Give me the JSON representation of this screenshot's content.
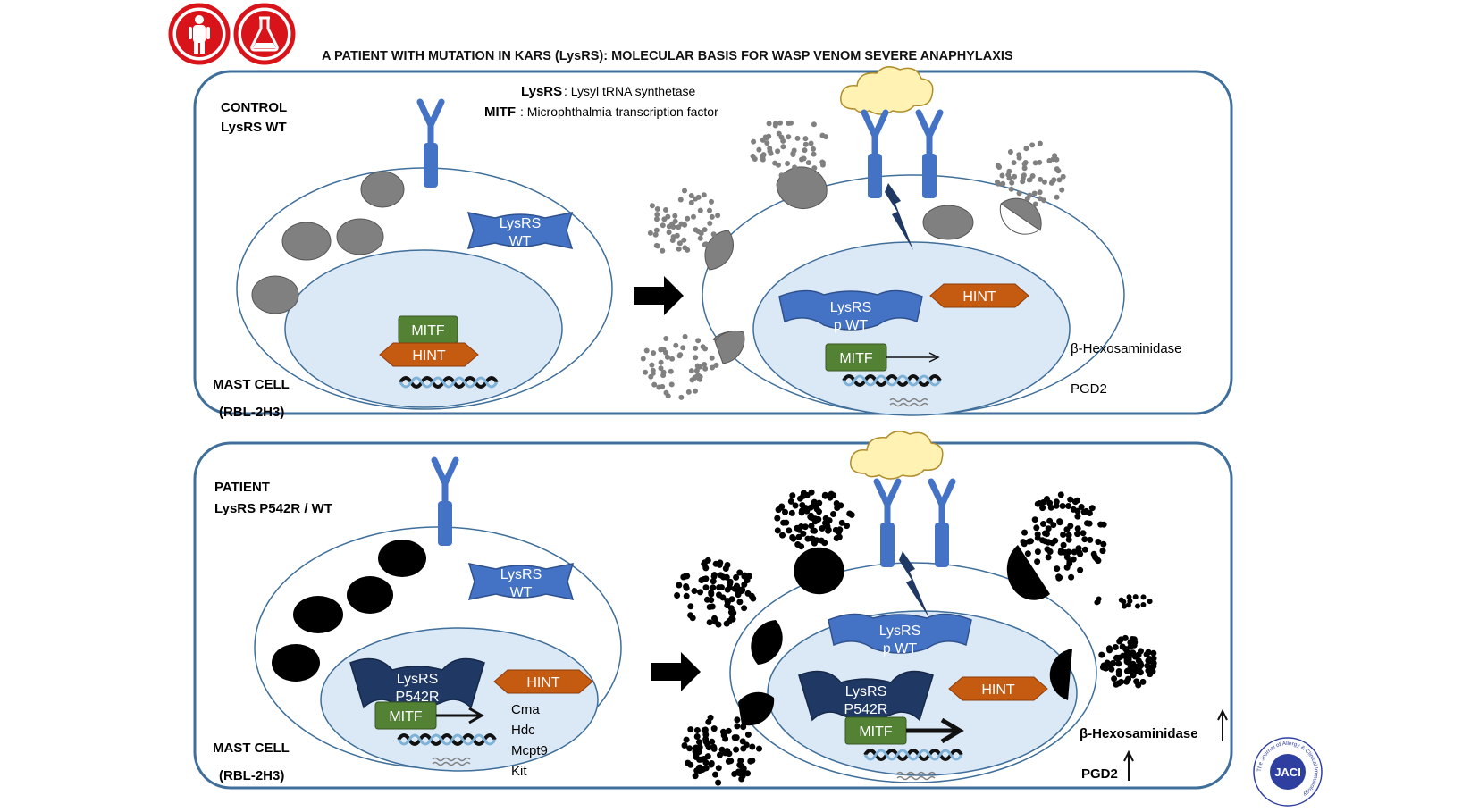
{
  "title": "A PATIENT WITH MUTATION IN KARS (LysRS): MOLECULAR BASIS FOR WASP VENOM SEVERE ANAPHYLAXIS",
  "legend": {
    "lysrs_abbr": "LysRS",
    "lysrs_def": ": Lysyl tRNA synthetase",
    "mitf_abbr": "MITF",
    "mitf_def": ": Microphthalmia transcription factor"
  },
  "panel_control": {
    "label_line1": "CONTROL",
    "label_line2": "LysRS WT",
    "cell_line1": "MAST CELL",
    "cell_line2": "(RBL-2H3)",
    "lysrs_left_line1": "LysRS",
    "lysrs_left_line2": "WT",
    "mitf_left": "MITF",
    "hint_left": "HINT",
    "lysrs_right_line1": "LysRS",
    "lysrs_right_line2": "p WT",
    "mitf_right": "MITF",
    "hint_right": "HINT",
    "output1": "β-Hexosaminidase",
    "output2": "PGD2"
  },
  "panel_patient": {
    "label_line1": "PATIENT",
    "label_line2": "LysRS P542R / WT",
    "cell_line1": "MAST CELL",
    "cell_line2": "(RBL-2H3)",
    "lysrs_wt_line1": "LysRS",
    "lysrs_wt_line2": "WT",
    "mutant_line1": "LysRS",
    "mutant_line2": "P542R",
    "mitf_left": "MITF",
    "hint_left": "HINT",
    "genes": [
      "Cma",
      "Hdc",
      "Mcpt9",
      "Kit"
    ],
    "lysrs_pwt_line1": "LysRS",
    "lysrs_pwt_line2": "p WT",
    "mutant_right_line1": "LysRS",
    "mutant_right_line2": "P542R",
    "mitf_right": "MITF",
    "hint_right": "HINT",
    "output1": "β-Hexosaminidase",
    "output2": "PGD2"
  },
  "badge": {
    "center": "JACI",
    "ring": "The Journal of Allergy & Clinical Immunology"
  },
  "colors": {
    "panel_border": "#3f6f9a",
    "cell_fill": "#ffffff",
    "nucleus_fill": "#dbe8f5",
    "lysrs_blue": "#4472c4",
    "lysrs_dark": "#1f3864",
    "mitf_green": "#548235",
    "hint_orange": "#c55a11",
    "granule_gray": "#808080",
    "granule_black": "#000000",
    "icon_red": "#d9131a"
  },
  "icons": [
    "human-patient-icon",
    "laboratory-flask-icon",
    "antibody-receptor-icon",
    "venom-cloud-icon",
    "lightning-icon",
    "dna-helix-icon",
    "mrna-icon",
    "jaci-badge-icon"
  ]
}
